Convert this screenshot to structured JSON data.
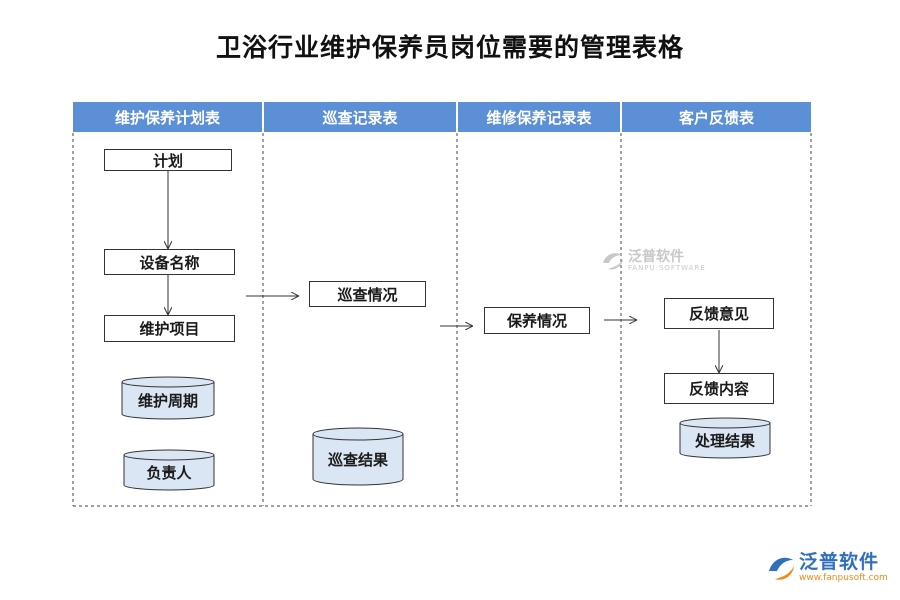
{
  "title": "卫浴行业维护保养员岗位需要的管理表格",
  "columns": [
    {
      "header": "维护保养计划表"
    },
    {
      "header": "巡查记录表"
    },
    {
      "header": "维修保养记录表"
    },
    {
      "header": "客户反馈表"
    }
  ],
  "nodes": {
    "plan": "计划",
    "device_name": "设备名称",
    "maintenance_item": "维护项目",
    "maintenance_cycle": "维护周期",
    "responsible_person": "负责人",
    "inspection_status": "巡查情况",
    "inspection_result": "巡查结果",
    "maintenance_status": "保养情况",
    "feedback_opinion": "反馈意见",
    "feedback_content": "反馈内容",
    "handling_result": "处理结果"
  },
  "watermark": {
    "center_text": "泛普软件",
    "center_sub": "FANPU SOFTWARE",
    "corner_text": "泛普软件",
    "corner_url": "www.fanpusoft.com"
  },
  "colors": {
    "header_bg": "#5b8fd6",
    "cylinder_fill": "#dbe6f5",
    "watermark": "#c8c8c8",
    "brand_blue": "#2f6fc0",
    "brand_orange": "#f08a1c"
  }
}
